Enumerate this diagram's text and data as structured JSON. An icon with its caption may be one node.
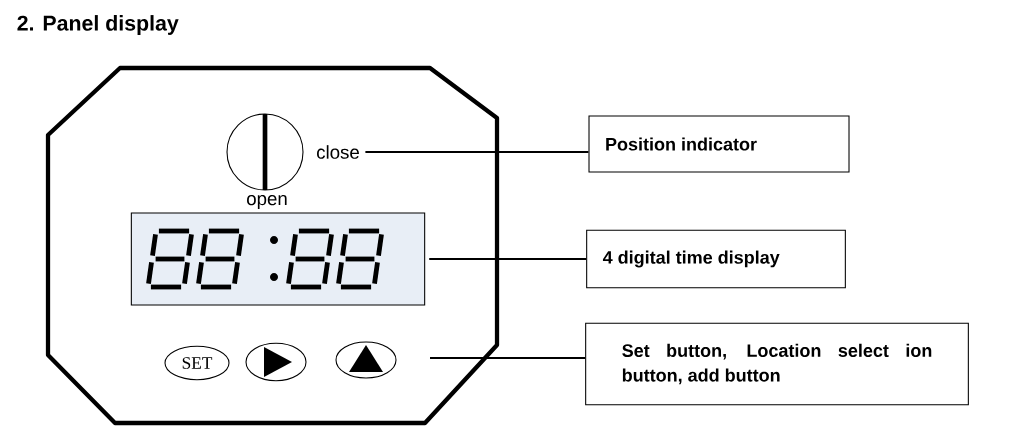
{
  "diagram": {
    "title": "2.  Panel display",
    "nodes": [
      {
        "text": [
          "close"
        ]
      },
      {
        "text": [
          "Position indicator"
        ]
      },
      {
        "text": [],
        "shape": "box"
      },
      {
        "text": [
          "4 digital time display"
        ]
      },
      {
        "text": [
          "SET"
        ]
      },
      {
        "text": [],
        "shape": "ellipse"
      },
      {
        "text": [],
        "shape": "ellipse"
      },
      {
        "text": [
          "Set button, Location select ion button, add button"
        ]
      }
    ],
    "edges": [
      {
        "from": 0,
        "to": 1,
        "arrow": "none"
      },
      {
        "from": 2,
        "to": 3,
        "arrow": "none"
      },
      {
        "from": null,
        "to": 7,
        "arrow": "none"
      }
    ],
    "labels": [
      "open"
    ]
  }
}
